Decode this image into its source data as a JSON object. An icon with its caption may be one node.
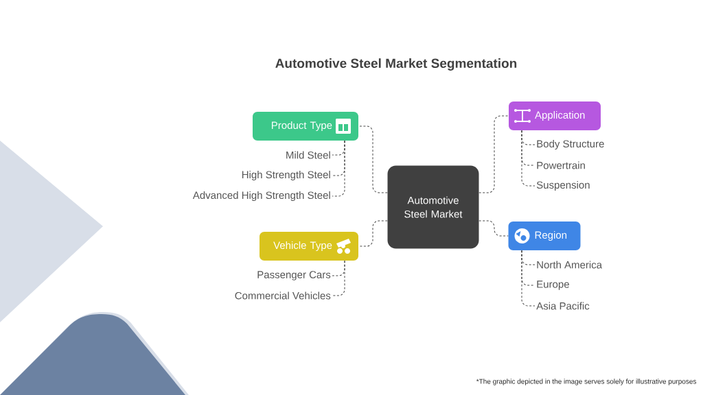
{
  "diagram": {
    "title": "Automotive Steel Market Segmentation",
    "nodes": [
      {
        "text": [
          "Automotive Steel Market"
        ]
      },
      {
        "text": [
          "Product Type"
        ]
      },
      {
        "text": [
          "Mild Steel"
        ]
      },
      {
        "text": [
          "High Strength Steel"
        ]
      },
      {
        "text": [
          "Advanced High Strength Steel"
        ]
      },
      {
        "text": [
          "Vehicle Type"
        ]
      },
      {
        "text": [
          "Passenger Cars"
        ]
      },
      {
        "text": [
          "Commercial Vehicles"
        ]
      },
      {
        "text": [
          "Application"
        ]
      },
      {
        "text": [
          "Body Structure"
        ]
      },
      {
        "text": [
          "Powertrain"
        ]
      },
      {
        "text": [
          "Suspension"
        ]
      },
      {
        "text": [
          "Region"
        ]
      },
      {
        "text": [
          "North America"
        ]
      },
      {
        "text": [
          "Europe"
        ]
      },
      {
        "text": [
          "Asia Pacific"
        ]
      }
    ],
    "edges": [
      {
        "from": 0,
        "to": 1,
        "arrow": "none",
        "style": "dashed"
      },
      {
        "from": 1,
        "to": 2,
        "arrow": "none",
        "style": "dashed"
      },
      {
        "from": 1,
        "to": 3,
        "arrow": "none",
        "style": "dashed"
      },
      {
        "from": 1,
        "to": 4,
        "arrow": "none",
        "style": "dashed"
      },
      {
        "from": 0,
        "to": 5,
        "arrow": "none",
        "style": "dashed"
      },
      {
        "from": 5,
        "to": 6,
        "arrow": "none",
        "style": "dashed"
      },
      {
        "from": 5,
        "to": 7,
        "arrow": "none",
        "style": "dashed"
      },
      {
        "from": 0,
        "to": 8,
        "arrow": "none",
        "style": "dashed"
      },
      {
        "from": 8,
        "to": 9,
        "arrow": "none",
        "style": "dashed"
      },
      {
        "from": 8,
        "to": 10,
        "arrow": "none",
        "style": "dashed"
      },
      {
        "from": 8,
        "to": 11,
        "arrow": "none",
        "style": "dashed"
      },
      {
        "from": 0,
        "to": 12,
        "arrow": "none",
        "style": "dashed"
      },
      {
        "from": 12,
        "to": 13,
        "arrow": "none",
        "style": "dashed"
      },
      {
        "from": 12,
        "to": 14,
        "arrow": "none",
        "style": "dashed"
      },
      {
        "from": 12,
        "to": 15,
        "arrow": "none",
        "style": "dashed"
      }
    ],
    "labels": [
      "*The graphic depicted in the image serves solely for illustrative purposes"
    ]
  }
}
